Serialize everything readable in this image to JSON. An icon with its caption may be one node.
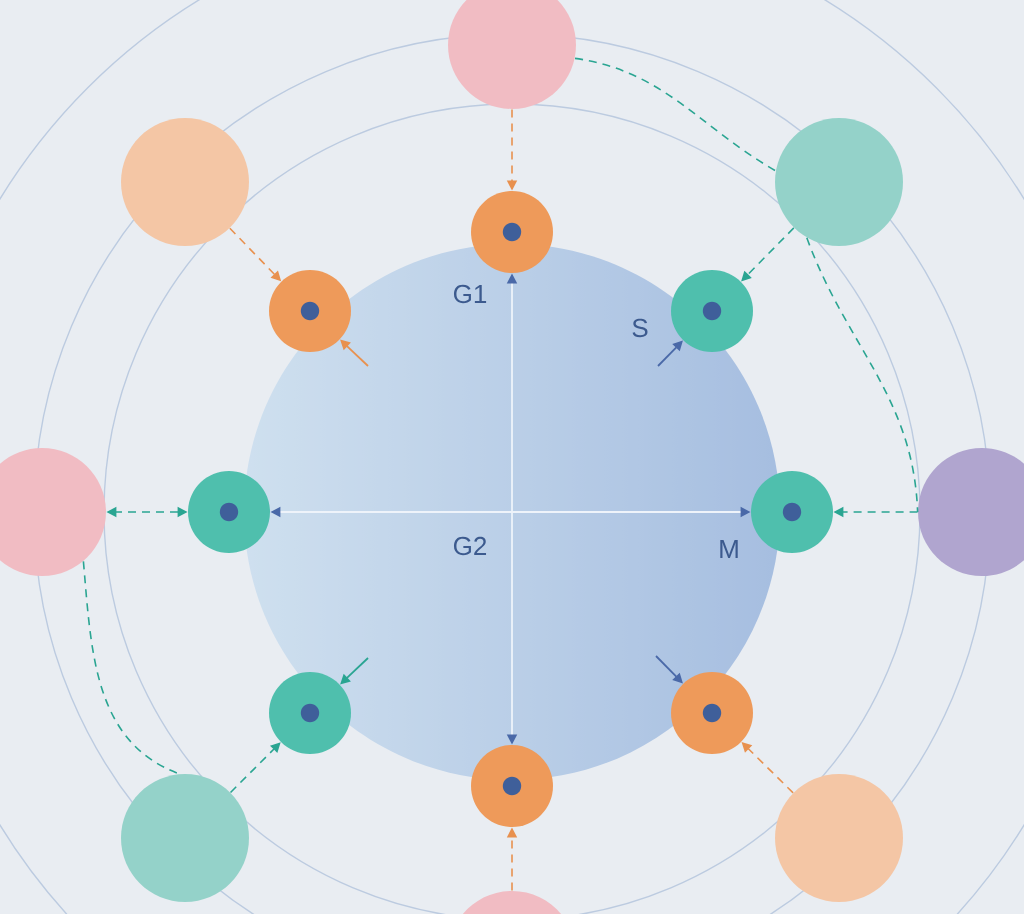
{
  "diagram": {
    "nodes": [
      {
        "text": [],
        "shape": "circle"
      },
      {
        "text": [],
        "shape": "circle"
      },
      {
        "text": [],
        "shape": "circle"
      },
      {
        "text": [],
        "shape": "circle"
      },
      {
        "text": [
          "G1",
          "S",
          "G2",
          "M"
        ]
      },
      {
        "text": [],
        "shape": "circle"
      },
      {
        "text": [],
        "shape": "circle"
      },
      {
        "text": [],
        "shape": "circle"
      },
      {
        "text": [],
        "shape": "circle"
      },
      {
        "text": [],
        "shape": "circle"
      },
      {
        "text": [],
        "shape": "circle"
      },
      {
        "text": [],
        "shape": "circle"
      },
      {
        "text": [],
        "shape": "circle"
      },
      {
        "text": [],
        "shape": "circle"
      },
      {
        "text": [],
        "shape": "circle"
      },
      {
        "text": [],
        "shape": "circle"
      },
      {
        "text": [],
        "shape": "circle"
      }
    ],
    "edges": [
      {
        "from": 0,
        "to": 3,
        "arrow": "to",
        "style": "dashed",
        "color": "#e8914f"
      },
      {
        "from": 1,
        "to": 5,
        "arrow": "to",
        "style": "dashed",
        "color": "#e8914f"
      },
      {
        "from": 2,
        "to": 6,
        "arrow": "to",
        "style": "dashed",
        "color": "#2aa592"
      },
      {
        "from": 0,
        "to": 2,
        "arrow": "none",
        "style": "dashed",
        "color": "#2aa592"
      },
      {
        "from": 4,
        "to": 3,
        "arrow": "to",
        "color": "#eef3fa"
      },
      {
        "from": null,
        "to": 5,
        "arrow": "to",
        "color": "#e8914f"
      },
      {
        "from": 4,
        "to": 6,
        "arrow": "to"
      },
      {
        "from": 4,
        "to": 8,
        "arrow": "to",
        "color": "#eef3fa"
      },
      {
        "from": 4,
        "to": 9,
        "arrow": "to",
        "color": "#eef3fa"
      },
      {
        "from": 8,
        "to": 7,
        "arrow": "both",
        "style": "dashed",
        "color": "#2aa592"
      },
      {
        "from": 10,
        "to": 9,
        "arrow": "to",
        "style": "dashed",
        "color": "#2aa592"
      },
      {
        "from": 7,
        "to": 14,
        "arrow": "none",
        "style": "dashed",
        "color": "#2aa592"
      },
      {
        "from": null,
        "to": 11,
        "arrow": "to",
        "color": "#2aa592"
      },
      {
        "from": null,
        "to": 12,
        "arrow": "to"
      },
      {
        "from": 14,
        "to": 11,
        "arrow": "to",
        "style": "dashed",
        "color": "#2aa592"
      },
      {
        "from": 15,
        "to": 12,
        "arrow": "to",
        "style": "dashed",
        "color": "#e8914f"
      },
      {
        "from": 16,
        "to": 13,
        "arrow": "to",
        "style": "dashed",
        "color": "#e8914f"
      },
      {
        "from": 4,
        "to": 13,
        "arrow": "to",
        "color": "#eef3fa"
      },
      {
        "from": 2,
        "to": 10,
        "arrow": "none",
        "style": "dashed",
        "color": "#2aa592"
      }
    ]
  }
}
